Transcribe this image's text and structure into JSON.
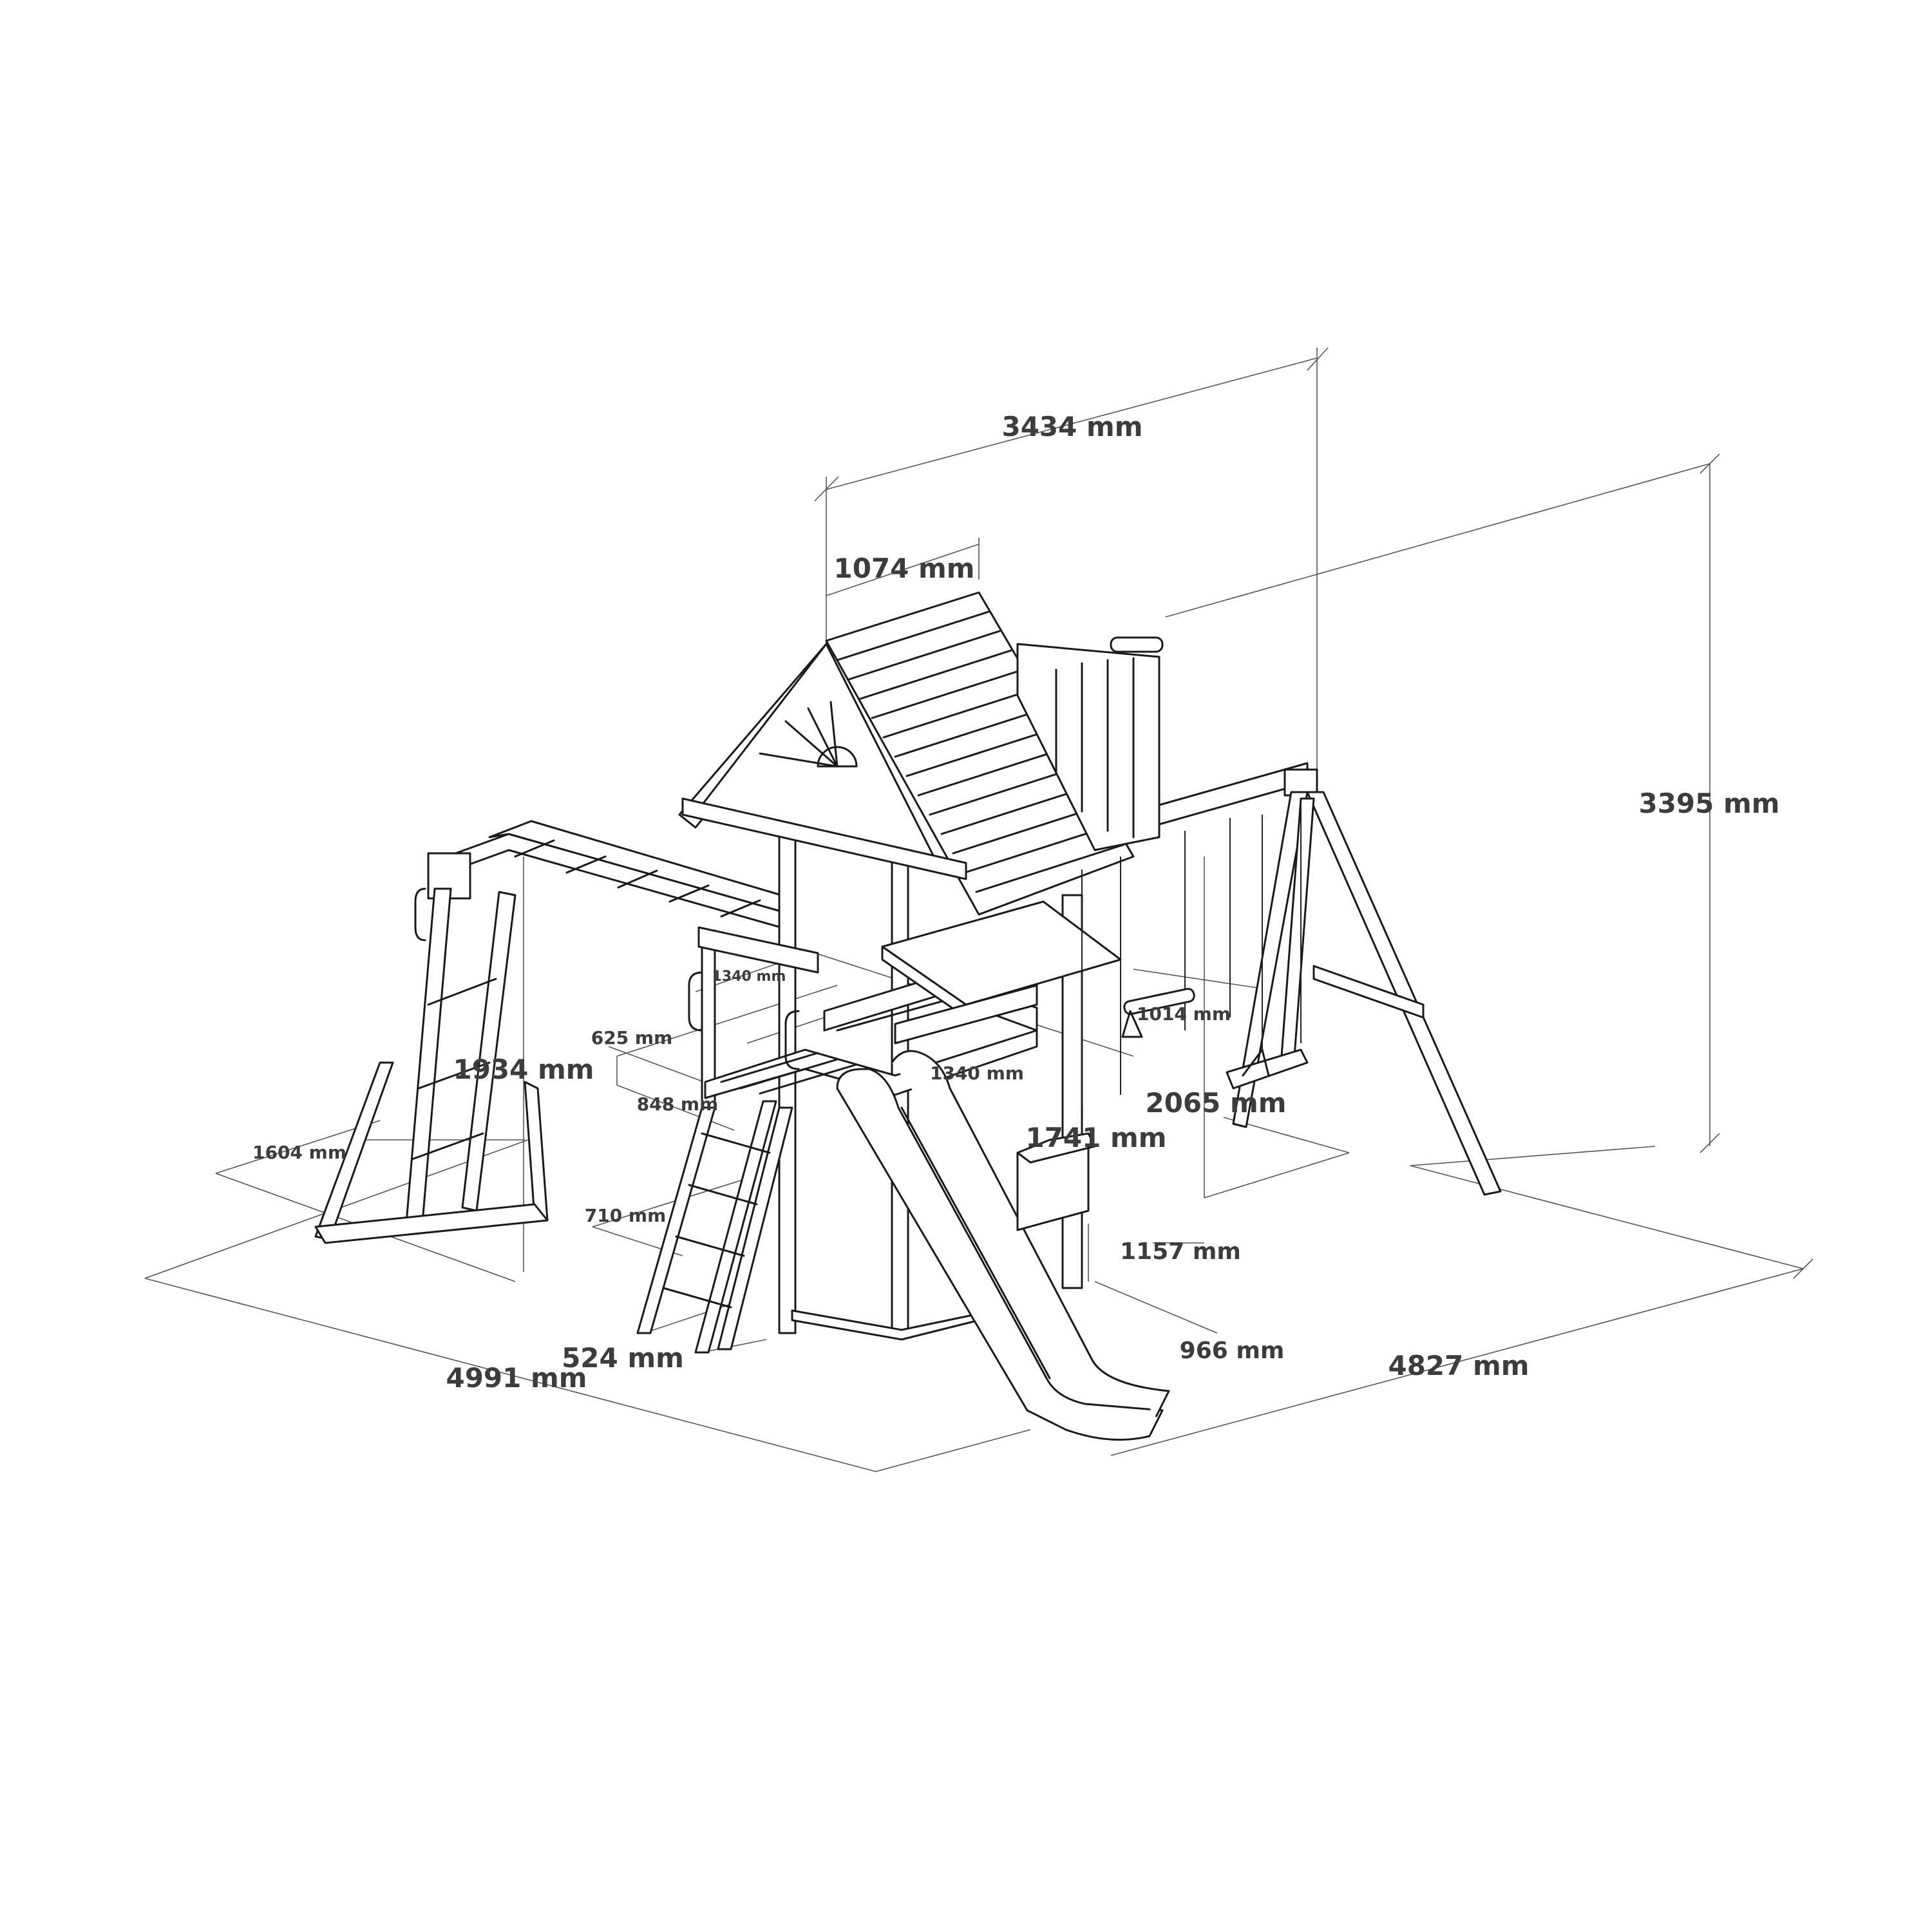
{
  "diagram": {
    "subject": "Wooden playground set with tower, roof, slide, climbing ladder, monkey bars and swing beam",
    "unit": "mm",
    "line_color": "#1a1a1a",
    "text_color": "#3c3c3c",
    "background": "#ffffff"
  },
  "dimensions": {
    "overall_depth_top": "3434 mm",
    "roof_width": "1074 mm",
    "overall_height": "3395 mm",
    "platform_width_upper": "1340 mm",
    "ladder_offset": "625 mm",
    "monkey_bar_height": "1934 mm",
    "platform_width_lower": "1340 mm",
    "platform_depth": "848 mm",
    "trapeze_width": "1014 mm",
    "swing_beam_height": "2065 mm",
    "slide_platform_height": "1741 mm",
    "monkey_bar_base_width": "1604 mm",
    "ladder_width": "710 mm",
    "sandbox_height": "1157 mm",
    "ladder_base": "524 mm",
    "slide_exit_width": "966 mm",
    "overall_length_left": "4991 mm",
    "overall_length_right": "4827 mm"
  }
}
